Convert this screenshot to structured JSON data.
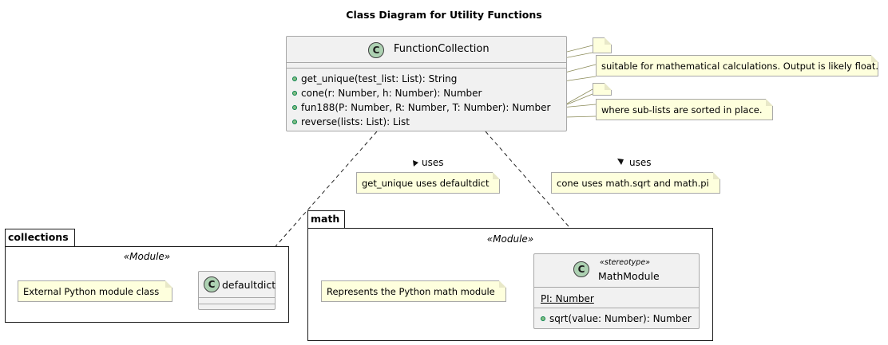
{
  "title": "Class Diagram for Utility Functions",
  "function_collection": {
    "name": "FunctionCollection",
    "badge": "C",
    "methods": [
      "get_unique(test_list: List): String",
      "cone(r: Number, h: Number): Number",
      "fun188(P: Number, R: Number, T: Number): Number",
      "reverse(lists: List): List"
    ]
  },
  "notes": {
    "cone_note": "suitable for mathematical calculations. Output is likely float.",
    "reverse_note": "where sub-lists are sorted in place.",
    "get_unique_uses": "get_unique uses defaultdict",
    "cone_uses": "cone uses math.sqrt and math.pi",
    "collections_note": "External Python module class",
    "math_note": "Represents the Python math module"
  },
  "relations": {
    "uses_left": "uses",
    "uses_right": "uses"
  },
  "collections_package": {
    "name": "collections",
    "stereotype": "«Module»",
    "class_name": "defaultdict",
    "badge": "C"
  },
  "math_package": {
    "name": "math",
    "stereotype": "«Module»",
    "class_stereotype": "«stereotype»",
    "class_name": "MathModule",
    "badge": "C",
    "field": "PI: Number",
    "method": "sqrt(value: Number): Number"
  },
  "colors": {
    "class_fill": "#f1f1f1",
    "class_border": "#a8a8a8",
    "badge_fill": "#add1b2",
    "note_fill": "#feffdd",
    "method_dot": "#84be84"
  }
}
